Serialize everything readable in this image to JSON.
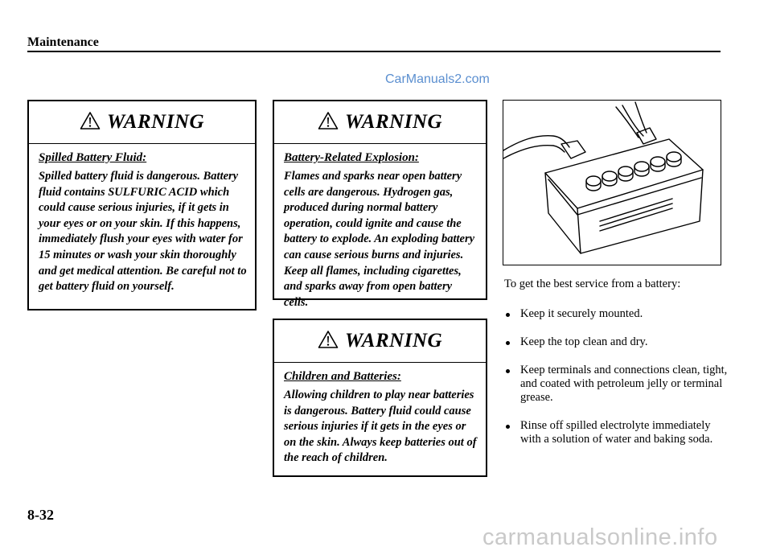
{
  "header": {
    "section_title": "Maintenance"
  },
  "watermark": {
    "top": "CarManuals2.com",
    "footer": "carmanualsonline.info"
  },
  "page": {
    "number": "8-32"
  },
  "warnings": [
    {
      "title": "WARNING",
      "subtitle": "Spilled Battery Fluid:",
      "text": "Spilled battery fluid is dangerous. Battery fluid contains SULFURIC ACID which could cause serious injuries, if it gets in your eyes or on your skin. If this happens, immediately flush your eyes with water for 15 minutes or wash your skin thoroughly and get medical attention. Be careful not to get battery fluid on yourself."
    },
    {
      "title": "WARNING",
      "subtitle": "Battery-Related Explosion:",
      "text": "Flames and sparks near open battery cells are dangerous. Hydrogen gas, produced during normal battery operation, could ignite and cause the battery to explode. An exploding battery can cause serious burns and injuries. Keep all flames, including cigarettes, and sparks away from open battery cells."
    },
    {
      "title": "WARNING",
      "subtitle": "Children and Batteries:",
      "text": "Allowing children to play near batteries is dangerous. Battery fluid could cause serious injuries if it gets in the eyes or on the skin. Always keep batteries out of the reach of children."
    }
  ],
  "right_column": {
    "intro": "To get the best service from a battery:",
    "bullets": [
      "Keep it securely mounted.",
      "Keep the top clean and dry.",
      "Keep terminals and connections clean, tight, and coated with petroleum jelly or terminal grease.",
      "Rinse off spilled electrolyte immediately with a solution of water and baking soda."
    ]
  },
  "icons": {
    "warning": "warning-triangle-icon",
    "illustration": "car-battery-illustration"
  }
}
